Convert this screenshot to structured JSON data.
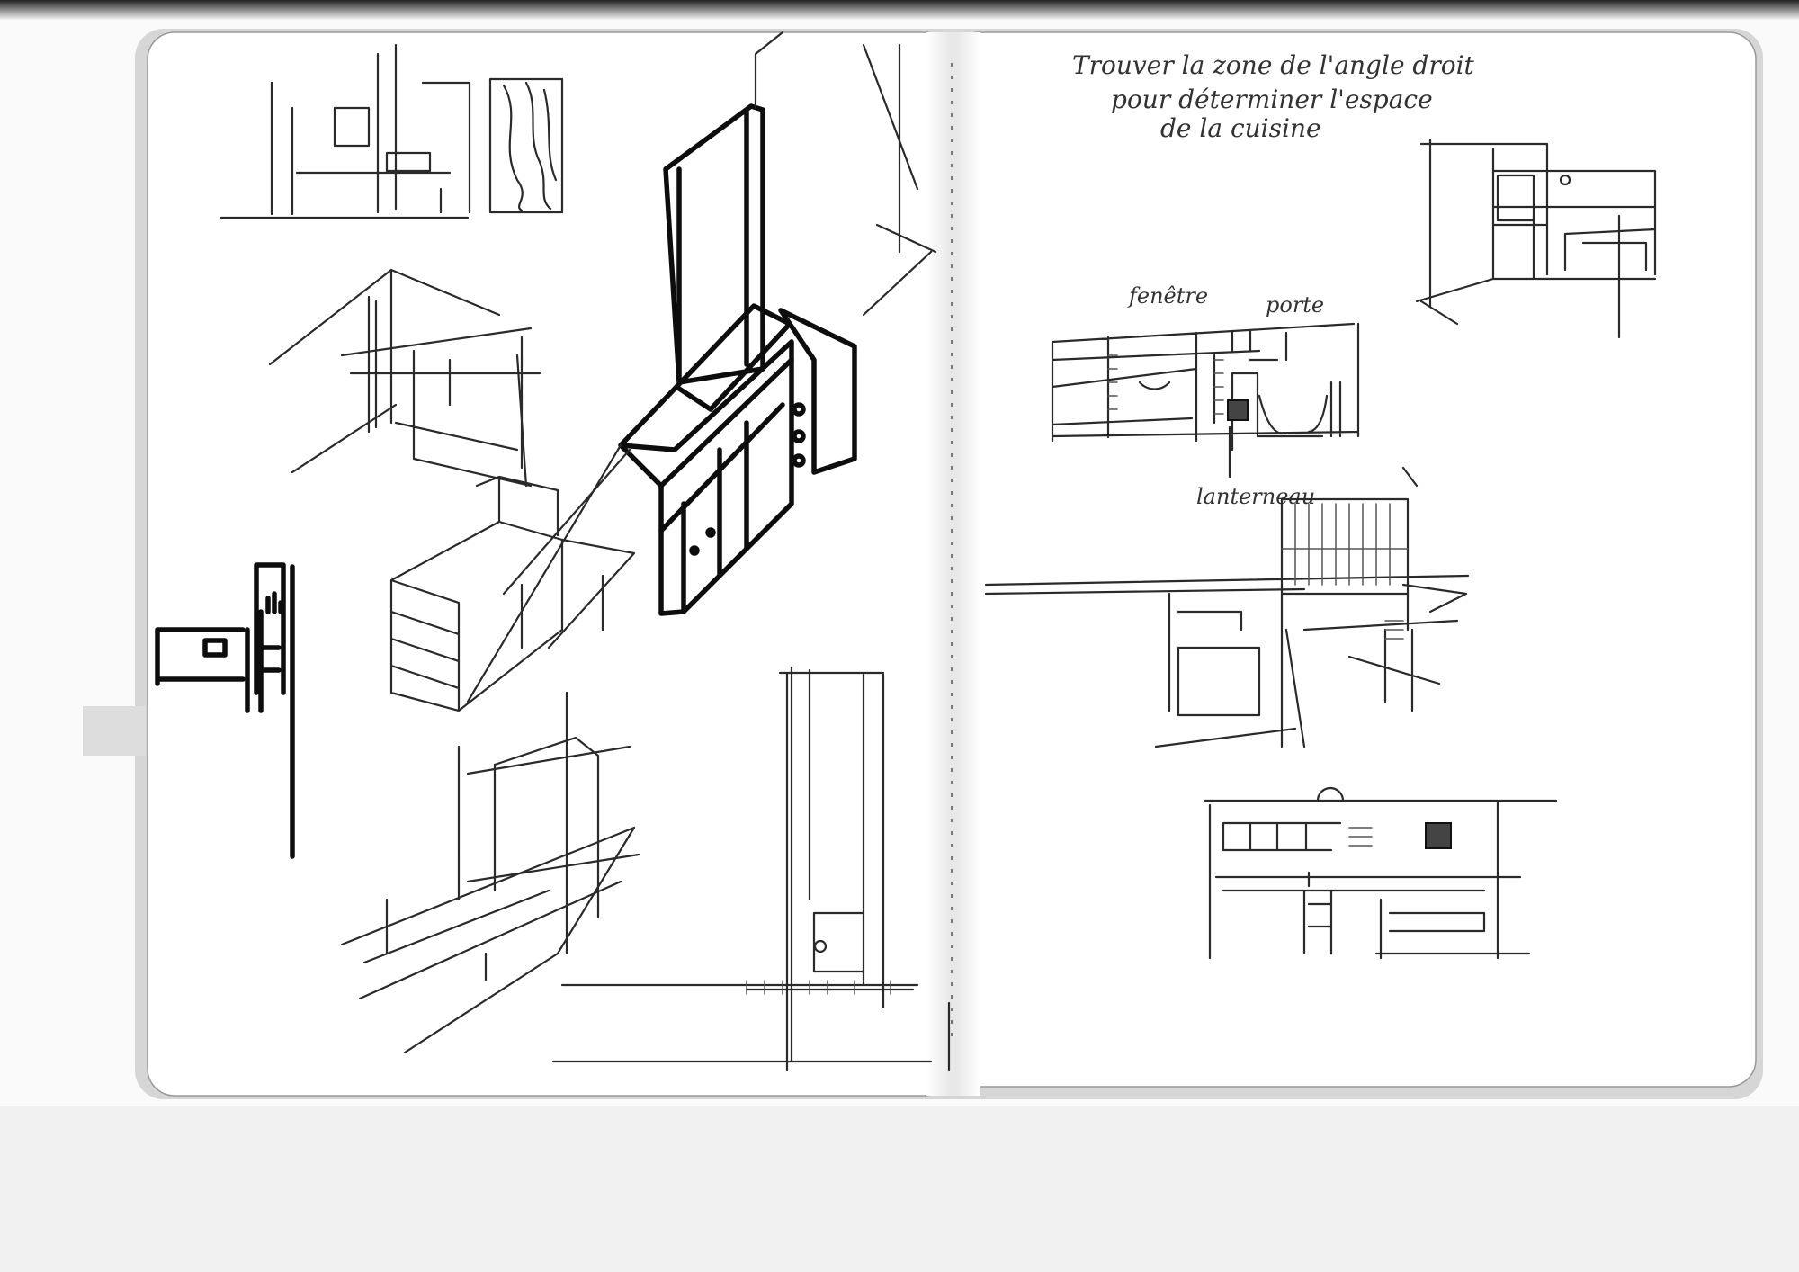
{
  "notebook": {
    "right_page": {
      "note": {
        "line1": "Trouver la zone de l'angle droit",
        "line2": "pour déterminer l'espace",
        "line3": "de la cuisine"
      },
      "plan_labels": {
        "window": "fenêtre",
        "door": "porte",
        "skylight": "lanterneau"
      }
    }
  },
  "colors": {
    "paper": "#ffffff",
    "ink": "#1a1a1a",
    "page_edge": "#bdbdbd",
    "background_shadow": "#e6e6e6"
  }
}
